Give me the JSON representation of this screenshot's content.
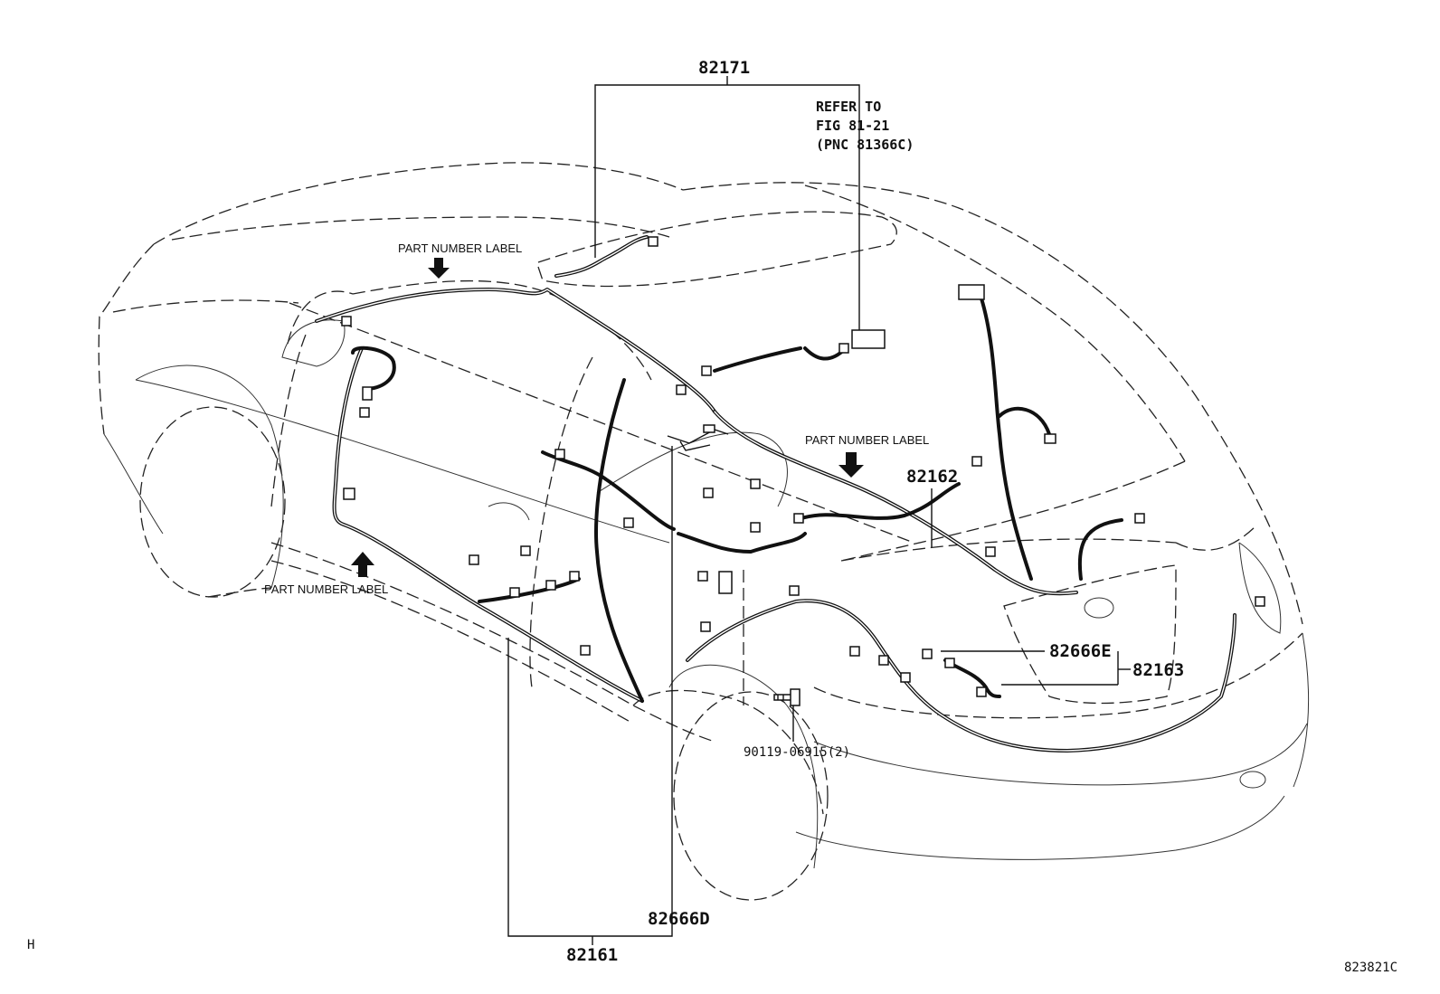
{
  "parts": {
    "p82171": "82171",
    "p82162": "82162",
    "p82163": "82163",
    "p82666e": "82666E",
    "p82666d": "82666D",
    "p82161": "82161",
    "p90119": "90119-06915(2)"
  },
  "refer": {
    "line1": "REFER TO",
    "line2": "FIG 81-21",
    "line3": "(PNC 81366C)"
  },
  "labels": {
    "part_number_label_top": "PART NUMBER LABEL",
    "part_number_label_right": "PART NUMBER LABEL",
    "part_number_label_left": "PART NUMBER LABEL"
  },
  "corner": {
    "left_code": "H",
    "figure_code": "823821C"
  }
}
